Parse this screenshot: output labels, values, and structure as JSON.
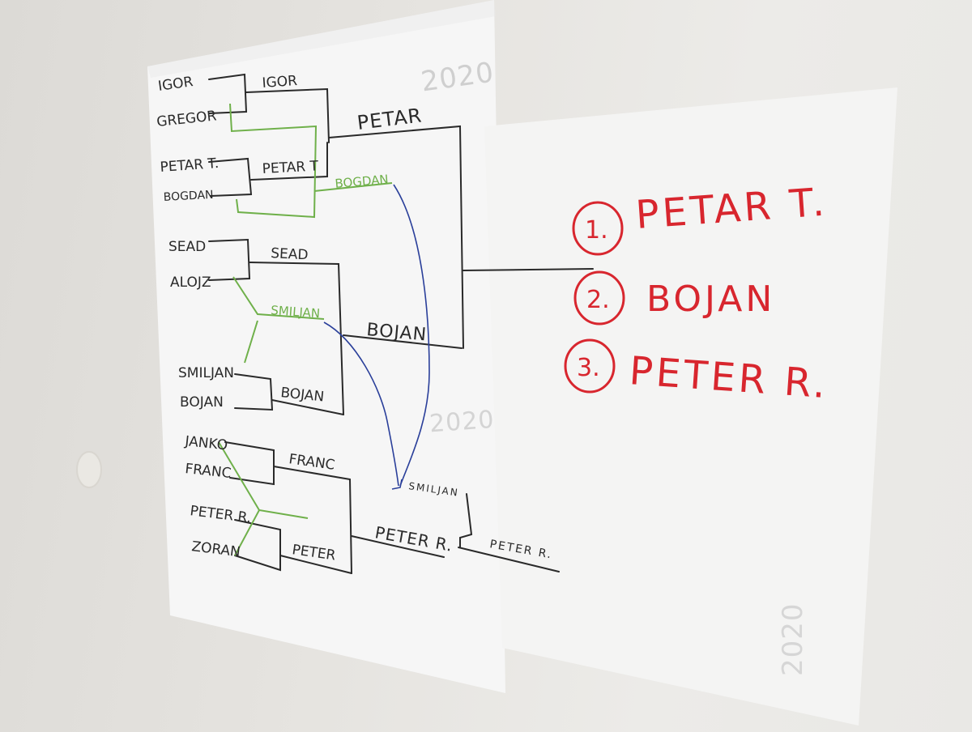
{
  "bracket": {
    "round1": [
      {
        "a": "IGOR",
        "b": "GREGOR",
        "winner": "IGOR"
      },
      {
        "a": "PETAR T.",
        "b": "BOGDAN",
        "winner": "PETAR T"
      },
      {
        "a": "SEAD",
        "b": "ALOJZ",
        "winner": "SEAD"
      },
      {
        "a": "SMILJAN",
        "b": "BOJAN",
        "winner": "BOJAN"
      },
      {
        "a": "JANKO",
        "b": "FRANC",
        "winner": "FRANC"
      },
      {
        "a": "PETER R.",
        "b": "ZORAN",
        "winner": "PETER"
      }
    ],
    "semi_top": "PETAR",
    "semi_bottom": "BOJAN",
    "repechage": {
      "bogdan": "BOGDAN",
      "smiljan": "SMILJAN"
    },
    "third_place": {
      "finalist": "PETER R.",
      "opponent": "SMILJAN",
      "result": "PETER R."
    }
  },
  "ranking": [
    {
      "num": "1.",
      "name": "PETAR T."
    },
    {
      "num": "2.",
      "name": "BOJAN"
    },
    {
      "num": "3.",
      "name": "PETER R."
    }
  ],
  "background_print": [
    "2020",
    "2020",
    "2020"
  ],
  "colors": {
    "ink": "#2a2a2a",
    "red": "#d8262e",
    "green": "#6fb04a",
    "blue": "#2a3f9a"
  }
}
